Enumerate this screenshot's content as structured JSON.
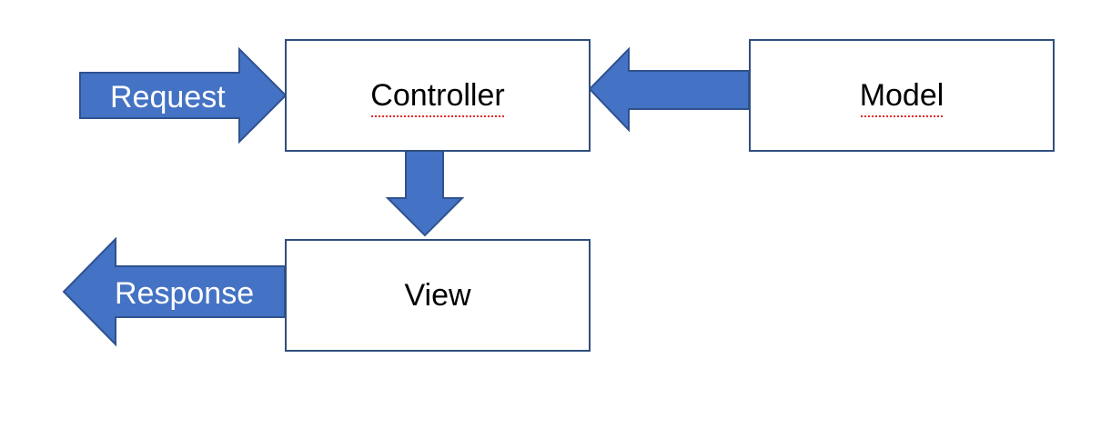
{
  "diagram": {
    "nodes": {
      "controller": "Controller",
      "model": "Model",
      "view": "View"
    },
    "arrows": {
      "request": "Request",
      "response": "Response"
    },
    "colors": {
      "arrow_fill": "#4472C4",
      "box_border": "#2F4F7F",
      "box_fill": "#FFFFFF",
      "spellcheck_underline": "#E0201B"
    }
  }
}
